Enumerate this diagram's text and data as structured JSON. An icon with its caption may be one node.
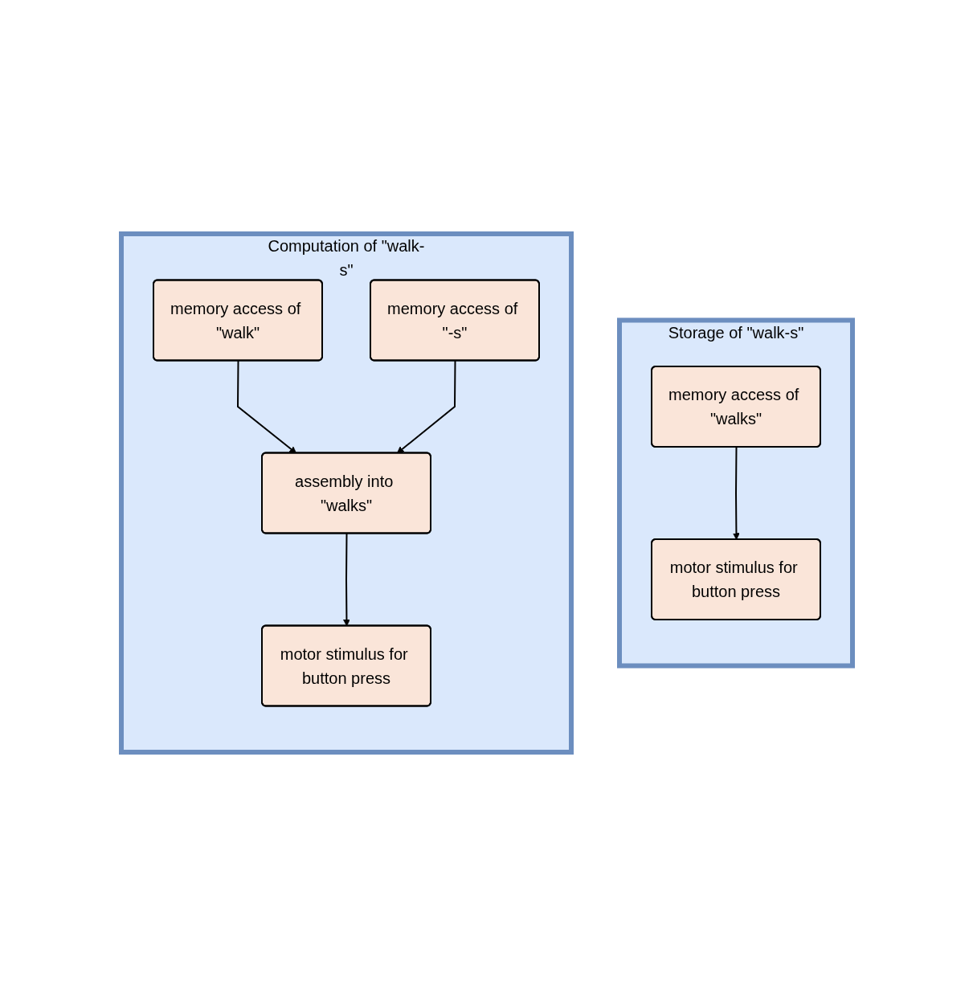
{
  "diagram": {
    "nodes": [
      {
        "text": [
          "Computation of \"walk-s\""
        ]
      },
      {
        "text": [
          "memory access of \"walk\""
        ],
        "in": 0
      },
      {
        "text": [
          "memory access of \"-s\""
        ],
        "in": 0
      },
      {
        "text": [
          "assembly into \"walks\""
        ],
        "in": 0
      },
      {
        "text": [
          "motor stimulus for button press"
        ],
        "in": 0
      },
      {
        "text": [
          "Storage of \"walk-s\""
        ]
      },
      {
        "text": [
          "memory access of \"walks\""
        ],
        "in": 5
      },
      {
        "text": [
          "motor stimulus for button press"
        ],
        "in": 5
      }
    ],
    "edges": [
      {
        "from": 1,
        "to": 3,
        "arrow": "to"
      },
      {
        "from": 2,
        "to": 3,
        "arrow": "to"
      },
      {
        "from": 3,
        "to": 4,
        "arrow": "to"
      },
      {
        "from": 6,
        "to": 7,
        "arrow": "to"
      }
    ]
  }
}
